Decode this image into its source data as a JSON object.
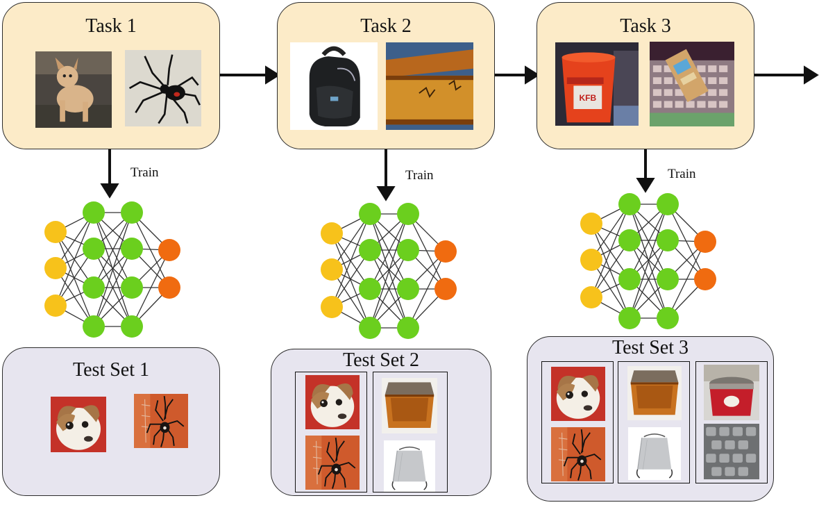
{
  "tasks": [
    {
      "title": "Task 1"
    },
    {
      "title": "Task 2"
    },
    {
      "title": "Task 3"
    }
  ],
  "train_label": "Train",
  "test_sets": [
    {
      "title": "Test Set 1"
    },
    {
      "title": "Test Set 2"
    },
    {
      "title": "Test Set 3"
    }
  ],
  "colors": {
    "task_fill": "#fcebc8",
    "test_fill": "#e7e5ef",
    "input_node": "#f7c21b",
    "hidden_node": "#6bcf1e",
    "output_node": "#f06b10"
  },
  "images": {
    "task1": [
      "dog-photo",
      "spider-photo"
    ],
    "task2": [
      "backpack-photo",
      "chest-photo"
    ],
    "task3": [
      "bucket-photo",
      "keyboard-photo"
    ],
    "test1": [
      "dog-face-photo",
      "spider-photo"
    ],
    "test2": [
      "dog-face-photo",
      "spider-photo",
      "chest-photo",
      "drawstring-bag-photo"
    ],
    "test3": [
      "dog-face-photo",
      "spider-photo",
      "chest-photo",
      "drawstring-bag-photo",
      "bucket-photo",
      "keyboard-photo"
    ]
  }
}
